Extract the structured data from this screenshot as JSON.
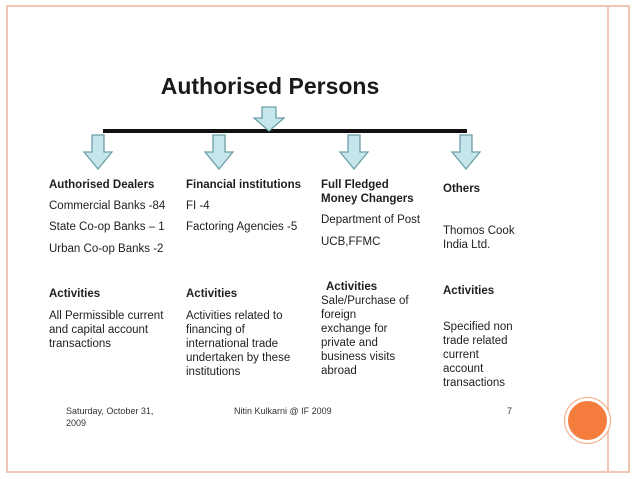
{
  "title": "Authorised Persons",
  "columns": [
    {
      "heading": "Authorised Dealers",
      "items": [
        "Commercial Banks -84",
        "State Co-op Banks – 1",
        "Urban Co-op Banks -2"
      ],
      "activities_label": "Activities",
      "activities": [
        "All Permissible current",
        "and capital account",
        "transactions"
      ]
    },
    {
      "heading": "Financial institutions",
      "items": [
        "FI -4",
        "Factoring Agencies -5"
      ],
      "activities_label": "Activities",
      "activities": [
        "Activities related to",
        "financing of",
        "international trade",
        "undertaken by these",
        "institutions"
      ]
    },
    {
      "heading": [
        "Full Fledged",
        "Money Changers"
      ],
      "items": [
        "Department of Post",
        "UCB,FFMC"
      ],
      "activities_label": "Activities",
      "activities": [
        "Sale/Purchase of",
        "foreign",
        "exchange for",
        "private and",
        "business visits",
        "abroad"
      ]
    },
    {
      "heading": "Others",
      "items": [
        "Thomos Cook",
        "India Ltd."
      ],
      "activities_label": "Activities",
      "activities": [
        "Specified non",
        "trade related",
        "current",
        "account",
        "transactions"
      ]
    }
  ],
  "footer": {
    "date": [
      "Saturday, October 31,",
      "2009"
    ],
    "author": "Nitin Kulkarni @ IF 2009",
    "page": "7"
  },
  "colors": {
    "arrow_fill": "#c5e6ea",
    "arrow_stroke": "#6b9fa6",
    "accent_orange": "#f47c3c",
    "frame": "#f1c6b3"
  }
}
